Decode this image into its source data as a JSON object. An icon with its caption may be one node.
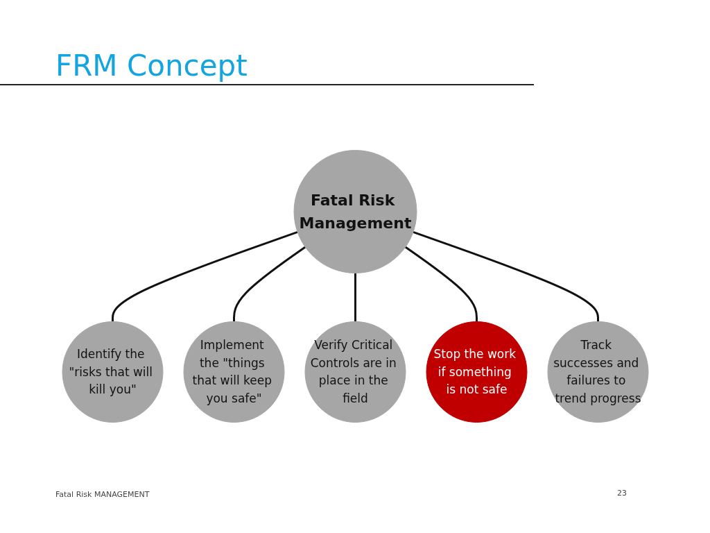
{
  "diagram": {
    "title": "FRM Concept",
    "nodes": [
      {
        "text": [
          "Fatal Risk Management"
        ]
      },
      {
        "text": [
          "Identify the \"risks that will kill you\""
        ]
      },
      {
        "text": [
          "Implement the \"things that will keep you safe\""
        ]
      },
      {
        "text": [
          "Verify Critical Controls are in place in the field"
        ]
      },
      {
        "text": [
          "Stop the work if something is not safe"
        ]
      },
      {
        "text": [
          "Track successes and failures to trend progress"
        ]
      }
    ],
    "edges": [
      {
        "from": 0,
        "to": 1,
        "arrow": "none"
      },
      {
        "from": 0,
        "to": 2,
        "arrow": "none"
      },
      {
        "from": 0,
        "to": 3,
        "arrow": "none"
      },
      {
        "from": 0,
        "to": 4,
        "arrow": "none"
      },
      {
        "from": 0,
        "to": 5,
        "arrow": "none"
      }
    ],
    "labels": [
      "Fatal Risk MANAGEMENT",
      "23"
    ]
  }
}
